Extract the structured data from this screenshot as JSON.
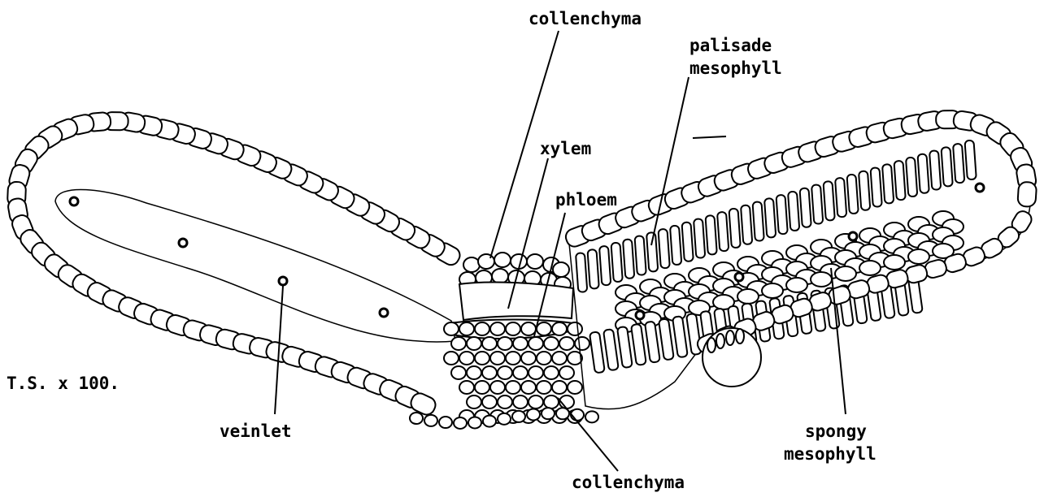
{
  "labels": {
    "collenchyma_top": "collenchyma",
    "palisade": [
      "palisade",
      "mesophyll"
    ],
    "xylem": "xylem",
    "phloem": "phloem",
    "scale": "T.S. x 100.",
    "veinlet": "veinlet",
    "spongy": [
      "spongy",
      "mesophyll"
    ],
    "collenchyma_bottom": "collenchyma"
  }
}
